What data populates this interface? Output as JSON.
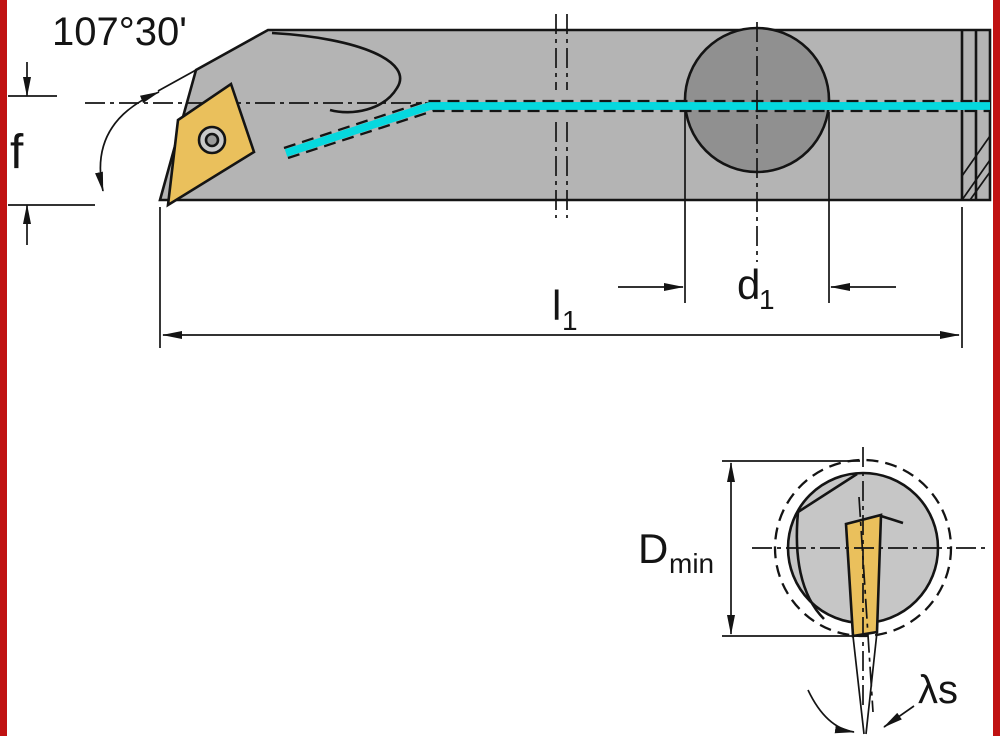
{
  "drawing": {
    "labels": {
      "tip_angle": "107°30'",
      "f": "f",
      "l1": {
        "base": "l",
        "sub": "1"
      },
      "d1": {
        "base": "d",
        "sub": "1"
      },
      "dmin": {
        "base": "D",
        "sub": "min"
      },
      "lambda_s": "λs"
    },
    "colors": {
      "bar_gray": "#b4b4b4",
      "bore_gray": "#909090",
      "section_gray": "#c6c6c6",
      "insert_gold": "#eac05c",
      "screw_gray": "#c9c9c9",
      "screw_core_gray": "#9a9a9a",
      "coolant_cyan": "#06d8de",
      "border_red": "#c01212"
    }
  }
}
